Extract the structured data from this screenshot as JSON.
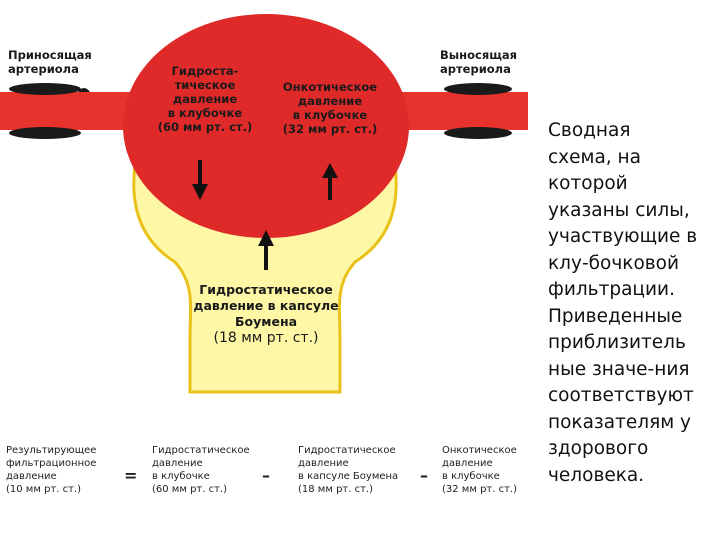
{
  "diagram": {
    "afferent": [
      "Приносящая",
      "артериола"
    ],
    "efferent": [
      "Выносящая",
      "артериола"
    ],
    "hydro_glom": [
      "Гидроста-",
      "тическое",
      "давление",
      "в клубочке",
      "(60 мм рт. ст.)"
    ],
    "onco_glom": [
      "Онкотическое",
      "давление",
      "в клубочке",
      "(32 мм рт. ст.)"
    ],
    "hydro_capsule": [
      "Гидростатическое",
      "давление в капсуле",
      "Боумена",
      "(18 мм рт. ст.)"
    ],
    "colors": {
      "glomerulus": "#e02a2a",
      "artery": "#e8322d",
      "capsule": "#fdf7a6",
      "capsule_border": "#e8c21a"
    }
  },
  "equation": {
    "result": [
      "Результирующее",
      "фильтрационное",
      "давление",
      "(10 мм рт. ст.)"
    ],
    "eq_sign": "=",
    "term1": [
      "Гидростатическое",
      "давление",
      "в клубочке",
      "(60 мм рт. ст.)"
    ],
    "minus1": "–",
    "term2": [
      "Гидростатическое",
      "давление",
      "в капсуле Боумена",
      "(18 мм рт. ст.)"
    ],
    "minus2": "–",
    "term3": [
      "Онкотическое",
      "давление",
      "в клубочке",
      "(32 мм рт. ст.)"
    ]
  },
  "caption": [
    "Сводная",
    "схема, на",
    "которой",
    "указаны силы,",
    "участвующие в",
    "клу-бочковой",
    "фильтрации.",
    "Приведенные",
    "приблизитель",
    "ные значе-ния",
    "соответствуют",
    "показателям у",
    "здорового",
    "человека."
  ]
}
